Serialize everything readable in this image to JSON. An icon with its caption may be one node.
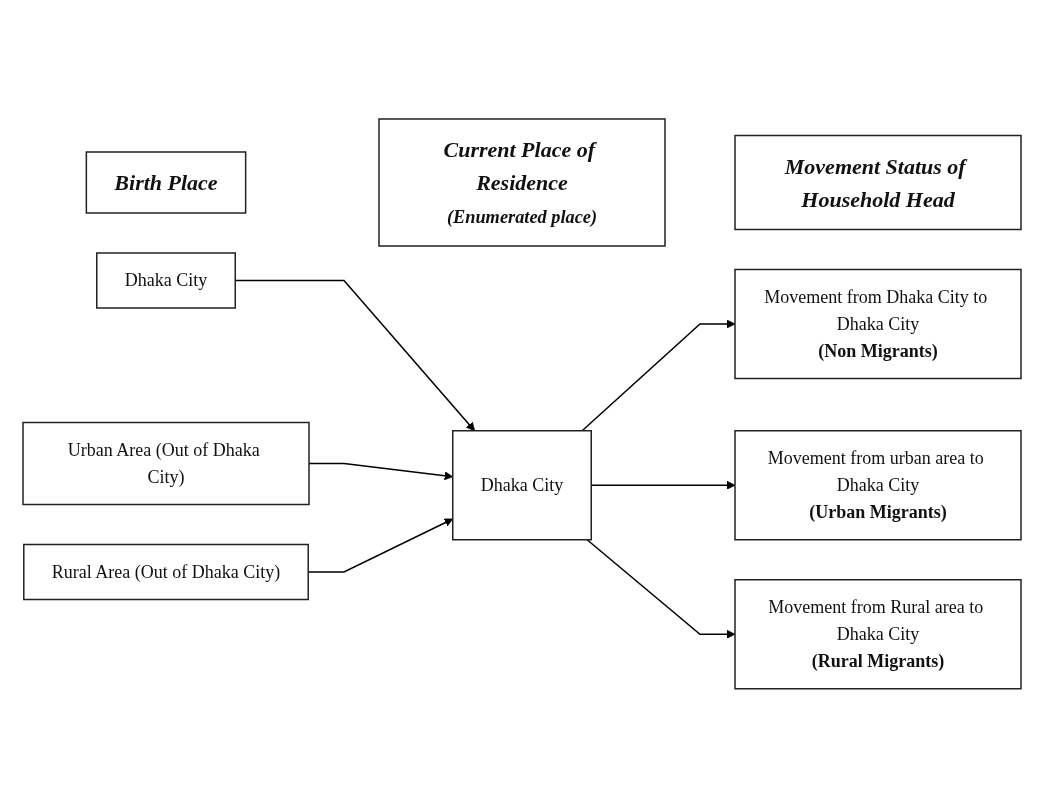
{
  "diagram": {
    "nodes": [
      {
        "text": [
          "Birth Place"
        ]
      },
      {
        "text": [
          "Current Place of Residence",
          "(Enumerated place)"
        ]
      },
      {
        "text": [
          "Movement Status of Household Head"
        ]
      },
      {
        "text": [
          "Dhaka City"
        ]
      },
      {
        "text": [
          "Urban Area (Out of Dhaka City)"
        ]
      },
      {
        "text": [
          "Rural Area (Out of Dhaka City)"
        ]
      },
      {
        "text": [
          "Dhaka City"
        ]
      },
      {
        "text": [
          "Movement from Dhaka City to Dhaka City",
          "(Non Migrants)"
        ]
      },
      {
        "text": [
          "Movement from urban area to Dhaka City",
          "(Urban Migrants)"
        ]
      },
      {
        "text": [
          "Movement from Rural area to Dhaka City",
          "(Rural Migrants)"
        ]
      }
    ],
    "edges": [
      {
        "from": 3,
        "to": 6,
        "arrow": "to"
      },
      {
        "from": 4,
        "to": 6,
        "arrow": "to"
      },
      {
        "from": 5,
        "to": 6,
        "arrow": "to"
      },
      {
        "from": 6,
        "to": 7,
        "arrow": "to"
      },
      {
        "from": 6,
        "to": 8,
        "arrow": "to"
      },
      {
        "from": 6,
        "to": 9,
        "arrow": "to"
      }
    ]
  }
}
